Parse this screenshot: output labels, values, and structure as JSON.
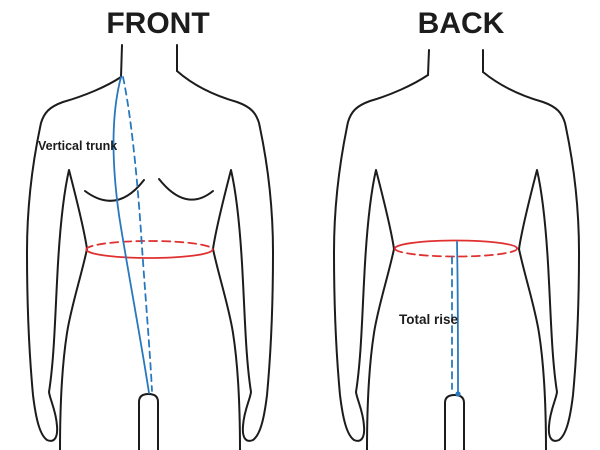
{
  "front": {
    "title": "FRONT",
    "measurement_label": "Vertical trunk"
  },
  "back": {
    "title": "BACK",
    "measurement_label": "Total rise"
  },
  "colors": {
    "outline": "#1c1c1c",
    "measurement_blue": "#2878be",
    "waist_red": "#e03131",
    "background": "#ffffff"
  }
}
